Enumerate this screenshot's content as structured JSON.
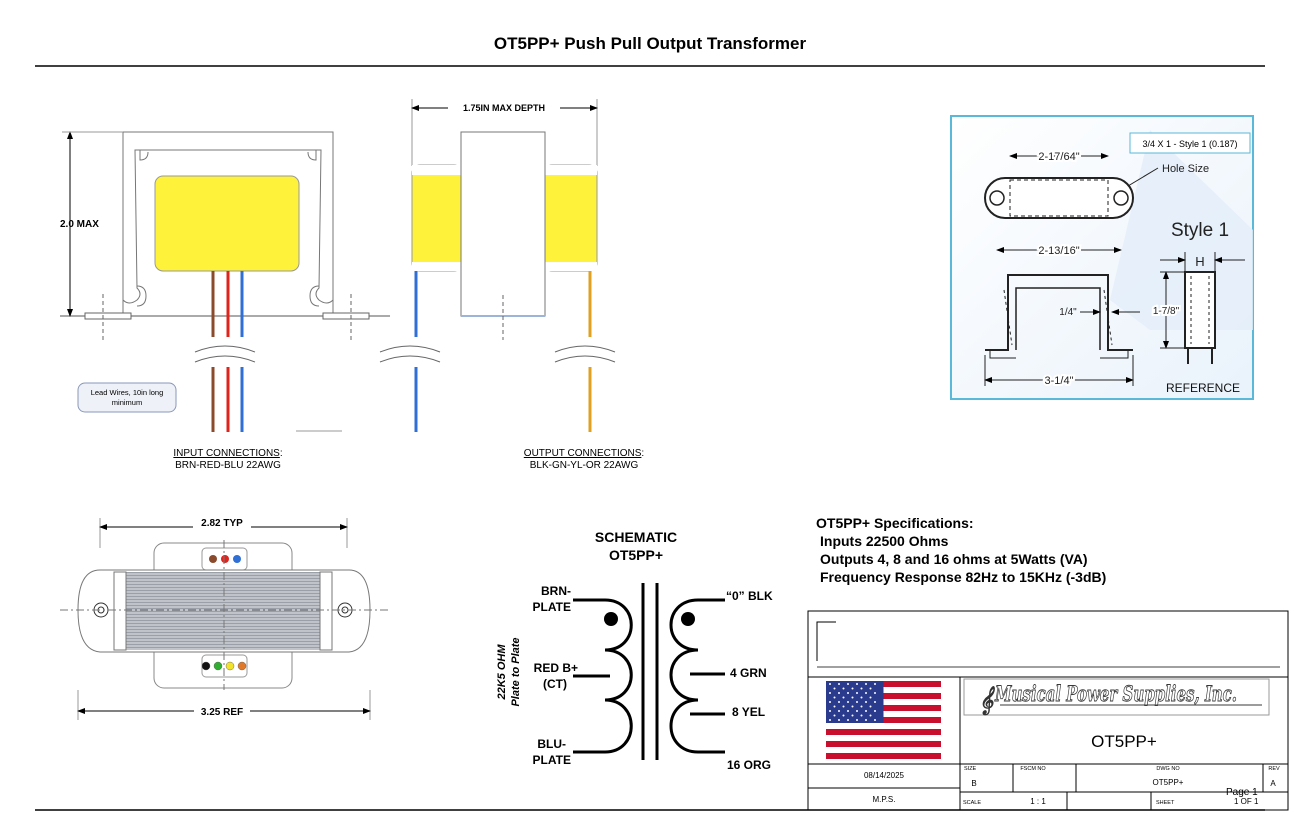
{
  "title": "OT5PP+ Push Pull Output Transformer",
  "front_view": {
    "height_dim": "2.0 MAX",
    "lead_note": [
      "Lead Wires, 10in long",
      "minimum"
    ]
  },
  "side_view": {
    "depth_dim": "1.75IN  MAX DEPTH"
  },
  "input_connections": {
    "heading": "INPUT CONNECTIONS",
    "colon": ":",
    "wires": "BRN-RED-BLU  22AWG"
  },
  "output_connections": {
    "heading": "OUTPUT CONNECTIONS",
    "colon": ":",
    "wires": "BLK-GN-YL-OR  22AWG"
  },
  "bracket_reference": {
    "box_label": "3/4 X 1 - Style 1 (0.187)",
    "dim_width": "2-17/64\"",
    "hole_size": "Hole Size",
    "dim_length": "2-13/16\"",
    "style": "Style 1",
    "h_label": "H",
    "dim_quarter": "1/4\"",
    "dim_height": "1-7/8\"",
    "dim_base": "3-1/4\"",
    "reference": "REFERENCE"
  },
  "top_view": {
    "typ_dim": "2.82 TYP",
    "ref_dim": "3.25 REF",
    "top_wire_colors": [
      "#8b4a2b",
      "#e0231b",
      "#2f6fd6"
    ],
    "bottom_wire_colors": [
      "#111111",
      "#2fae2f",
      "#f2e22a",
      "#e07a2a"
    ]
  },
  "schematic": {
    "title": "SCHEMATIC",
    "model": "OT5PP+",
    "primary_top": [
      "BRN-",
      "PLATE"
    ],
    "primary_ct": [
      "RED B+",
      "(CT)"
    ],
    "primary_bottom": [
      "BLU-",
      "PLATE"
    ],
    "impedance": [
      "22K5 OHM",
      "Plate to Plate"
    ],
    "sec_0": "“0” BLK",
    "sec_4": "4 GRN",
    "sec_8": "8 YEL",
    "sec_16": "16 ORG"
  },
  "specifications": {
    "heading": "OT5PP+ Specifications:",
    "lines": [
      "Inputs 22500 Ohms",
      "Outputs 4, 8 and 16 ohms at 5Watts (VA)",
      "Frequency Response 82Hz to 15KHz (-3dB)"
    ]
  },
  "title_block": {
    "company": "Musical Power Supplies, Inc.",
    "part_name": "OT5PP+",
    "date": "08/14/2025",
    "author": "M.P.S.",
    "size_label": "SIZE",
    "size": "B",
    "fscm_label": "FSCM NO",
    "dwg_label": "DWG NO",
    "dwg_no": "OT5PP+",
    "rev_label": "REV",
    "rev": "A",
    "scale_label": "SCALE",
    "scale": "1 : 1",
    "sheet_label": "SHEET",
    "page": "Page 1",
    "sheet": "1 OF 1"
  },
  "colors": {
    "coil_yellow": "#fff23a",
    "wire_brown": "#8b4a2b",
    "wire_red": "#e0231b",
    "wire_blue": "#2f6fd6",
    "wire_orange": "#e0a020",
    "bracket_frame": "#5ab8d8",
    "flag_red": "#c8102e",
    "flag_blue": "#2a3a8c"
  }
}
